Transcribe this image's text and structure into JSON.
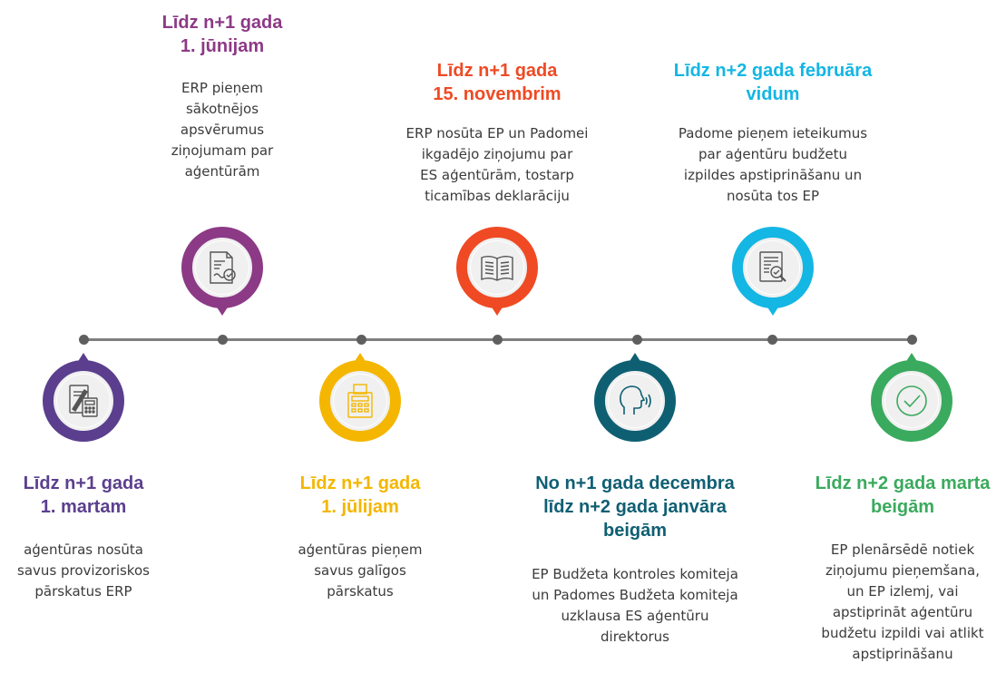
{
  "colors": {
    "purple_dark": "#5b3f8e",
    "purple": "#8c3a86",
    "yellow": "#f4b600",
    "orange": "#ef4a24",
    "teal": "#0f5f73",
    "cyan": "#14b6e3",
    "green": "#3aaa5e",
    "line": "#7f7f7f"
  },
  "milestones": [
    {
      "heading": "Līdz n+1 gada\n1. martam",
      "text": "aģentūras nosūta\nsavus provizoriskos\npārskatus ERP",
      "icon": "document-calculator-icon"
    },
    {
      "heading": "Līdz n+1 gada\n1. jūnijam",
      "text": "ERP pieņem\nsākotnējos\napsvērumus\nziņojumam par\naģentūrām",
      "icon": "document-check-icon"
    },
    {
      "heading": "Līdz n+1 gada\n1. jūlijam",
      "text": "aģentūras pieņem\nsavus galīgos\npārskatus",
      "icon": "calculator-printer-icon"
    },
    {
      "heading": "Līdz n+1 gada\n15. novembrim",
      "text": "ERP nosūta EP un Padomei\nikgadējo ziņojumu par\nES aģentūrām, tostarp\nticamības deklarāciju",
      "icon": "open-book-icon"
    },
    {
      "heading": "No n+1 gada decembra\nlīdz n+2 gada janvāra\nbeigām",
      "text": "EP Budžeta kontroles komiteja\nun Padomes Budžeta komiteja\nuzklausa ES aģentūru\ndirektorus",
      "icon": "speaking-head-icon"
    },
    {
      "heading": "Līdz n+2 gada februāra\nvidum",
      "text": "Padome pieņem ieteikumus\npar aģentūru budžetu\nizpildes apstiprināšanu un\nnosūta tos EP",
      "icon": "document-search-icon"
    },
    {
      "heading": "Līdz n+2 gada marta\nbeigām",
      "text": "EP plenārsēdē notiek\nziņojumu pieņemšana,\nun EP izlemj, vai\napstiprināt aģentūru\nbudžetu izpildi vai atlikt\napstiprināšanu",
      "icon": "checkmark-circle-icon"
    }
  ]
}
